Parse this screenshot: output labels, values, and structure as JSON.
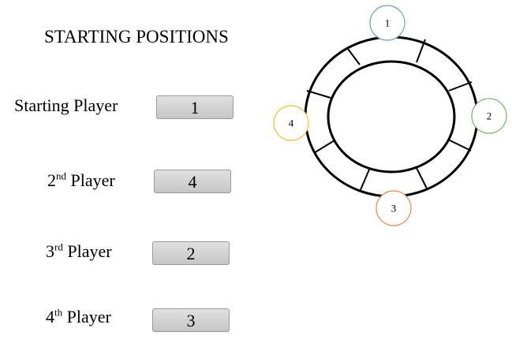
{
  "title": "STARTING POSITIONS",
  "players": [
    {
      "label_main": "Starting Player",
      "label_sup": "",
      "label_rest": "",
      "value": "1"
    },
    {
      "label_main": "2",
      "label_sup": "nd",
      "label_rest": " Player",
      "value": "4"
    },
    {
      "label_main": "3",
      "label_sup": "rd",
      "label_rest": " Player",
      "value": "2"
    },
    {
      "label_main": "4",
      "label_sup": "th",
      "label_rest": " Player",
      "value": "3"
    }
  ],
  "seats": [
    {
      "number": "1",
      "color": "#6fa0c8"
    },
    {
      "number": "2",
      "color": "#7ab86a"
    },
    {
      "number": "3",
      "color": "#ed8a4c"
    },
    {
      "number": "4",
      "color": "#f2c230"
    }
  ]
}
